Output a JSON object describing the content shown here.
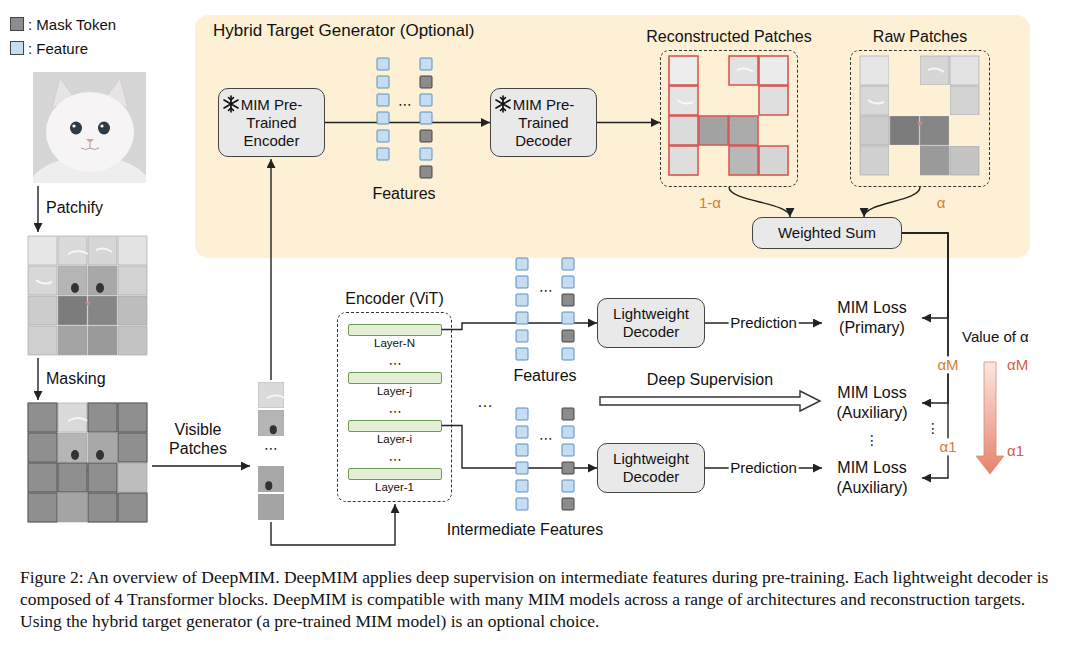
{
  "diagram": {
    "caption": "Figure 2: An overview of DeepMIM. DeepMIM applies deep supervision on intermediate features during pre-training. Each lightweight decoder is composed of 4 Transformer blocks. DeepMIM is compatible with many MIM models across a range of architectures and reconstruction targets. Using the hybrid target generator (a pre-trained MIM model) is an optional choice.",
    "nodes": [
      {
        "text": [
          "Hybrid Target Generator (Optional)"
        ]
      },
      {
        "text": [
          "MIM Pre-Trained Encoder"
        ],
        "in": 0
      },
      {
        "text": [
          "MIM Pre-Trained Decoder"
        ],
        "in": 0
      },
      {
        "text": [
          "Reconstructed Patches"
        ],
        "in": 0
      },
      {
        "text": [
          "Raw Patches"
        ],
        "in": 0
      },
      {
        "text": [
          "Weighted Sum"
        ],
        "in": 0
      },
      {
        "text": [
          "Encoder (ViT)"
        ]
      },
      {
        "text": [
          "Layer-N"
        ],
        "in": 6
      },
      {
        "text": [
          "Layer-j"
        ],
        "in": 6
      },
      {
        "text": [
          "Layer-i"
        ],
        "in": 6
      },
      {
        "text": [
          "Layer-1"
        ],
        "in": 6
      },
      {
        "text": [
          "Lightweight Decoder"
        ]
      },
      {
        "text": [
          "MIM Loss (Primary)"
        ]
      },
      {
        "text": [
          "MIM Loss (Auxiliary)"
        ]
      },
      {
        "text": [
          "Lightweight Decoder"
        ]
      },
      {
        "text": [
          "MIM Loss (Auxiliary)"
        ]
      }
    ],
    "edges": [
      {
        "from": 1,
        "to": 2,
        "arrow": "to"
      },
      {
        "from": 2,
        "to": 3,
        "arrow": "to"
      },
      {
        "from": 3,
        "to": 5,
        "label": "1-α",
        "arrow": "to"
      },
      {
        "from": 4,
        "to": 5,
        "label": "α",
        "arrow": "to"
      },
      {
        "from": 5,
        "to": 12,
        "arrow": "to"
      },
      {
        "from": 5,
        "to": 13,
        "label": "αM",
        "arrow": "to"
      },
      {
        "from": 5,
        "to": 15,
        "label": "α1",
        "arrow": "to"
      },
      {
        "from": 7,
        "to": 11,
        "arrow": "to"
      },
      {
        "from": 11,
        "to": 12,
        "label": "Prediction",
        "arrow": "to"
      },
      {
        "from": 9,
        "to": 14,
        "arrow": "to"
      },
      {
        "from": 14,
        "to": 15,
        "label": "Prediction",
        "arrow": "to"
      }
    ],
    "labels": [
      "Patchify",
      "Masking",
      "Visible Patches",
      "Features",
      "⋯",
      "⋯",
      "⋯",
      "⋯",
      "⋯",
      "Features",
      "⋯",
      "…",
      "Deep Supervision",
      "Intermediate Features",
      "⋯",
      "⋮",
      "⋮",
      "Value of α",
      "αM",
      "α1"
    ],
    "legend": [
      {
        "text": ": Mask Token",
        "color": "#8c8c8c"
      },
      {
        "text": ": Feature",
        "color": "#c5ddf2"
      }
    ]
  }
}
